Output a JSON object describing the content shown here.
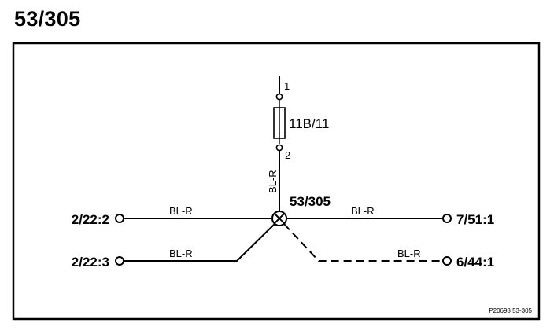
{
  "title": "53/305",
  "fuse": {
    "name": "11B/11",
    "pin_top": "1",
    "pin_bottom": "2",
    "wire_color": "BL-R"
  },
  "splice": {
    "name": "53/305"
  },
  "connectors": {
    "left_top": {
      "label": "2/22:2",
      "wire_color": "BL-R"
    },
    "left_bottom": {
      "label": "2/22:3",
      "wire_color": "BL-R"
    },
    "right_top": {
      "label": "7/51:1",
      "wire_color": "BL-R"
    },
    "right_bottom": {
      "label": "6/44:1",
      "wire_color": "BL-R"
    }
  },
  "reference": "P20698 53-305"
}
